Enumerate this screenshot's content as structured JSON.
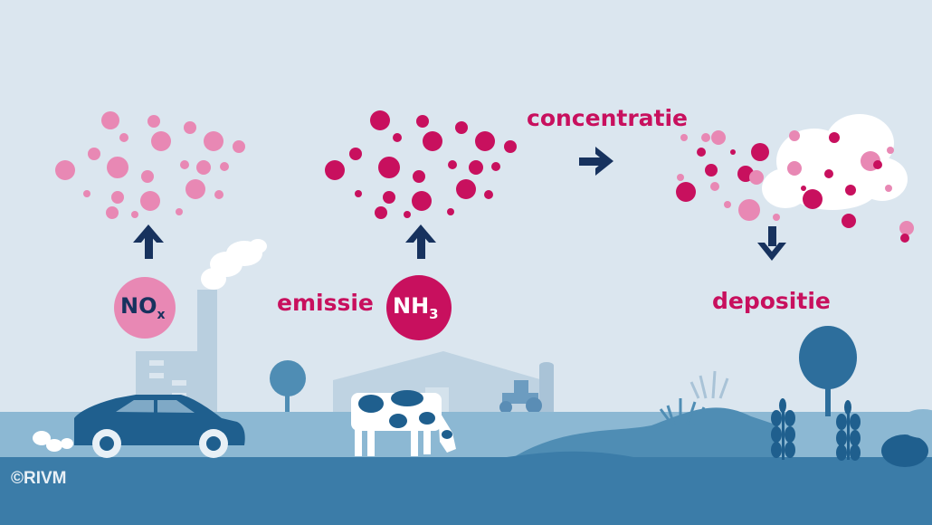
{
  "labels": {
    "nox": "NO",
    "nox_sub": "x",
    "nh3": "NH",
    "nh3_sub": "3",
    "emissie": "emissie",
    "concentratie": "concentratie",
    "depositie": "depositie",
    "credit": "©RIVM"
  },
  "colors": {
    "sky": "#dbe6ef",
    "ground": "#4f8db4",
    "ground_dark": "#3a7aa6",
    "nox_pink": "#e888b4",
    "nh3_magenta": "#c8105e",
    "arrow_navy": "#17325e",
    "tree_blue": "#2d6e9c"
  }
}
